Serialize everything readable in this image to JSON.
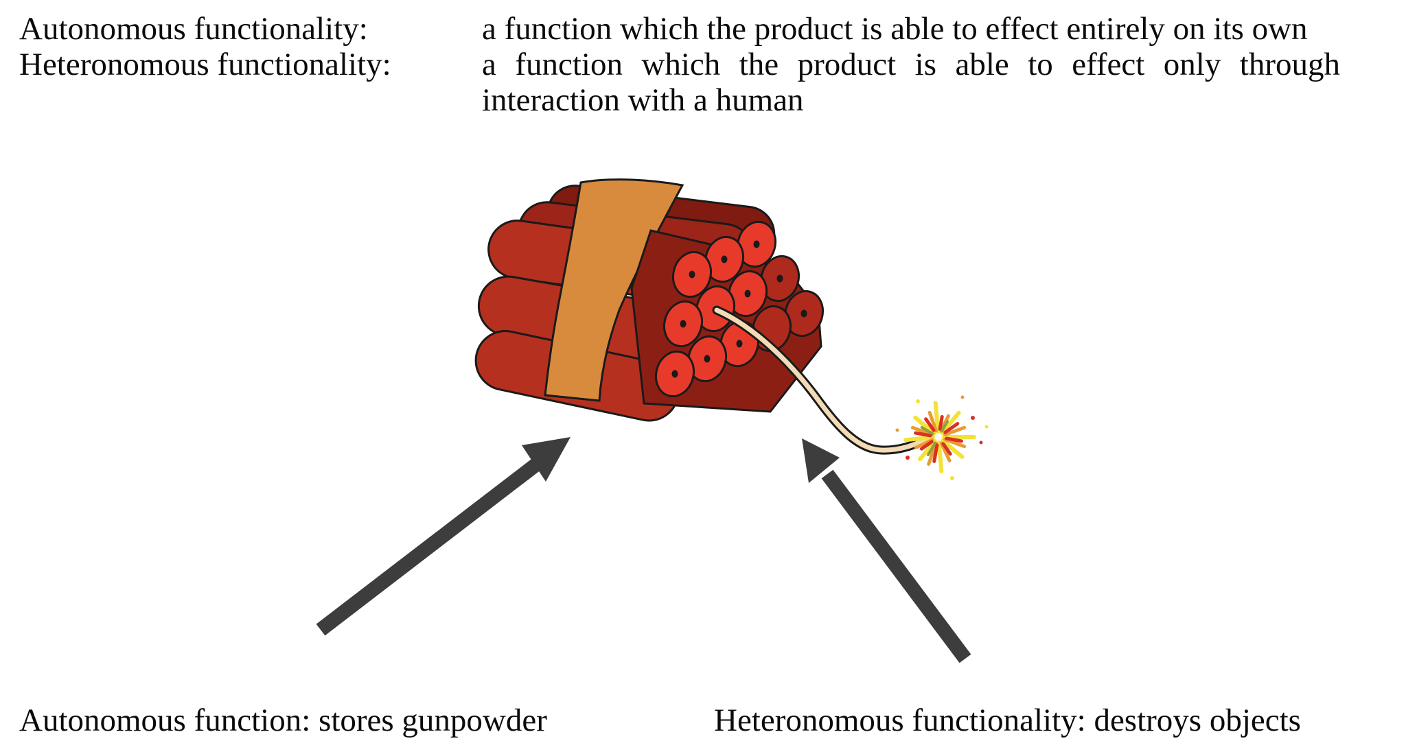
{
  "background": "#ffffff",
  "text_color": "#0b0b0b",
  "definitions": {
    "rows": [
      {
        "term": "Autonomous functionality:",
        "definition": "a function which the product is able to effect entirely on its own"
      },
      {
        "term": "Heteronomous functionality:",
        "definition": "a function which the product is able to effect only through interaction with a human"
      }
    ]
  },
  "captions": {
    "left": "Autonomous function: stores gunpowder",
    "right": "Heteronomous functionality: destroys objects"
  },
  "illustration": {
    "icons": [
      "dynamite-bundle-icon",
      "fuse-icon",
      "spark-burst-icon",
      "arrow-icon"
    ],
    "colors": {
      "stick_body": "#B5301F",
      "stick_dark": "#9C2418",
      "stick_darkest": "#7F1B10",
      "stick_shadow": "#8C1F14",
      "face_bright": "#E83A2B",
      "face_dark": "#AD2A1C",
      "band": "#D98B3D",
      "fuse_core": "#F3DBB6",
      "fuse_outline": "#1A1A1A",
      "spark_yellow": "#F2E239",
      "spark_orange": "#E99C33",
      "spark_red": "#D93025",
      "spark_olive": "#8FA03E",
      "arrow": "#3D3D3D"
    }
  }
}
